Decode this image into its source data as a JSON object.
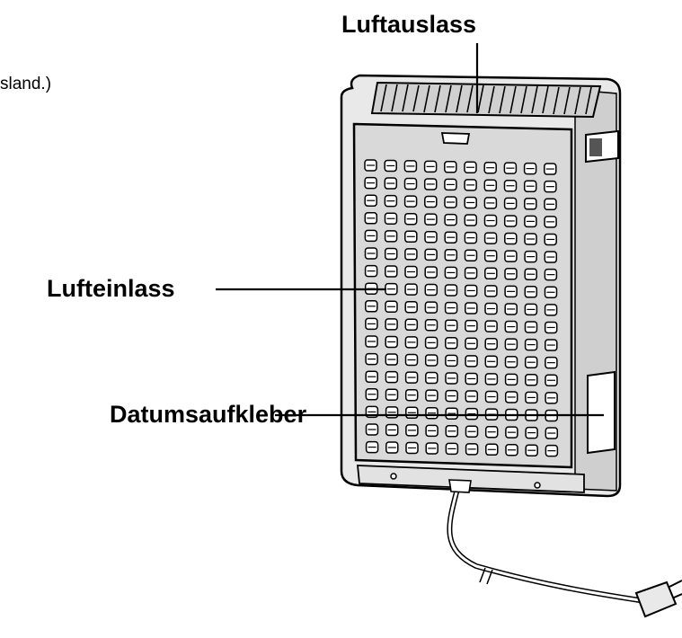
{
  "page": {
    "cropped_text": "sland.)"
  },
  "labels": {
    "outlet": "Luftauslass",
    "inlet": "Lufteinlass",
    "date_sticker": "Datumsaufkleber"
  },
  "colors": {
    "ink": "#000000",
    "body_fill": "#e9e9e9",
    "panel_fill": "#d9d9d9",
    "slot_fill": "#ffffff",
    "shadow_fill": "#bdbdbd"
  }
}
